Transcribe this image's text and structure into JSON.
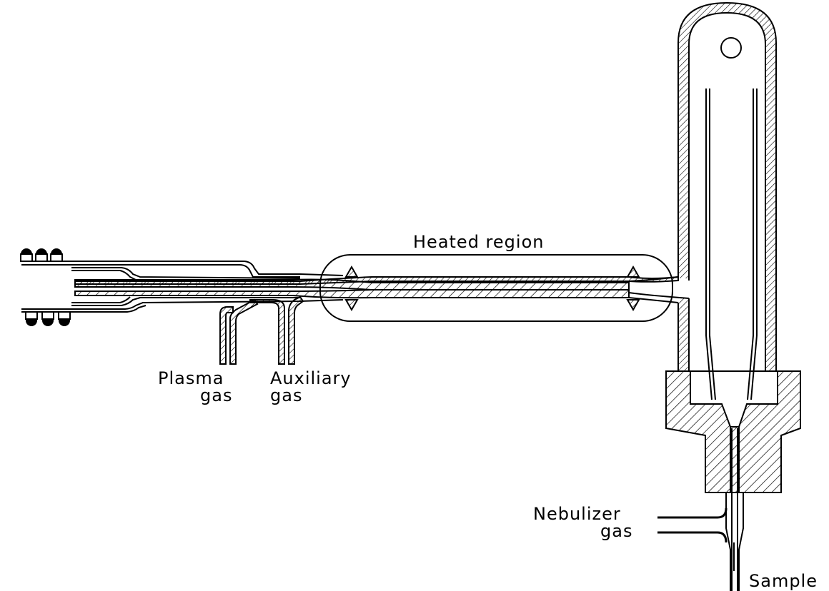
{
  "labels": {
    "heated_region": "Heated region",
    "plasma_gas_1": "Plasma",
    "plasma_gas_2": "gas",
    "auxiliary_gas_1": "Auxiliary",
    "auxiliary_gas_2": "gas",
    "nebulizer_gas_1": "Nebulizer",
    "nebulizer_gas_2": "gas",
    "sample": "Sample"
  }
}
